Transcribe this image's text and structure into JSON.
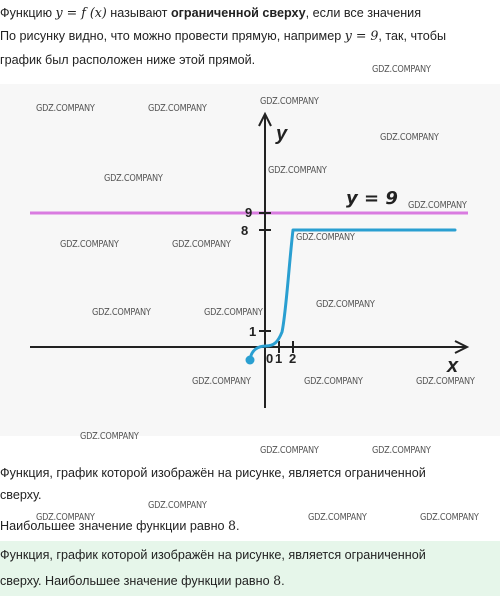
{
  "intro": {
    "line1_a": "Функцию ",
    "line1_formula": "y = f (x)",
    "line1_b": " называют ",
    "line1_bold": "ограниченной сверху",
    "line1_c": ", если все значения",
    "line2_a": "По рисунку видно, что можно провести прямую, например ",
    "line2_formula": "y = 9",
    "line2_b": ", так, чтобы",
    "line3": "график был расположен ниже этой прямой."
  },
  "graph": {
    "axis_x_label": "x",
    "axis_y_label": "y",
    "line_label": "y = 9",
    "tick_labels": {
      "y9": "9",
      "y8": "8",
      "y1": "1",
      "origin": "0",
      "x1": "1",
      "x2": "2"
    },
    "colors": {
      "line_y9": "#d97be0",
      "curve": "#2a9fd1",
      "axes": "#222222",
      "background": "#f7f7f7"
    }
  },
  "watermark": "GDZ.COMPANY",
  "conclusion": {
    "line1": "Функция, график которой изображён на рисунке, является ограниченной",
    "line2": "сверху.",
    "line3_a": "Наибольшее значение функции равно ",
    "line3_num": "8",
    "line3_b": "."
  },
  "answer": {
    "line1": "Функция, график которой изображён на рисунке, является ограниченной",
    "line2_a": "сверху. Наибольшее значение функции равно ",
    "line2_num": "8",
    "line2_b": "."
  }
}
